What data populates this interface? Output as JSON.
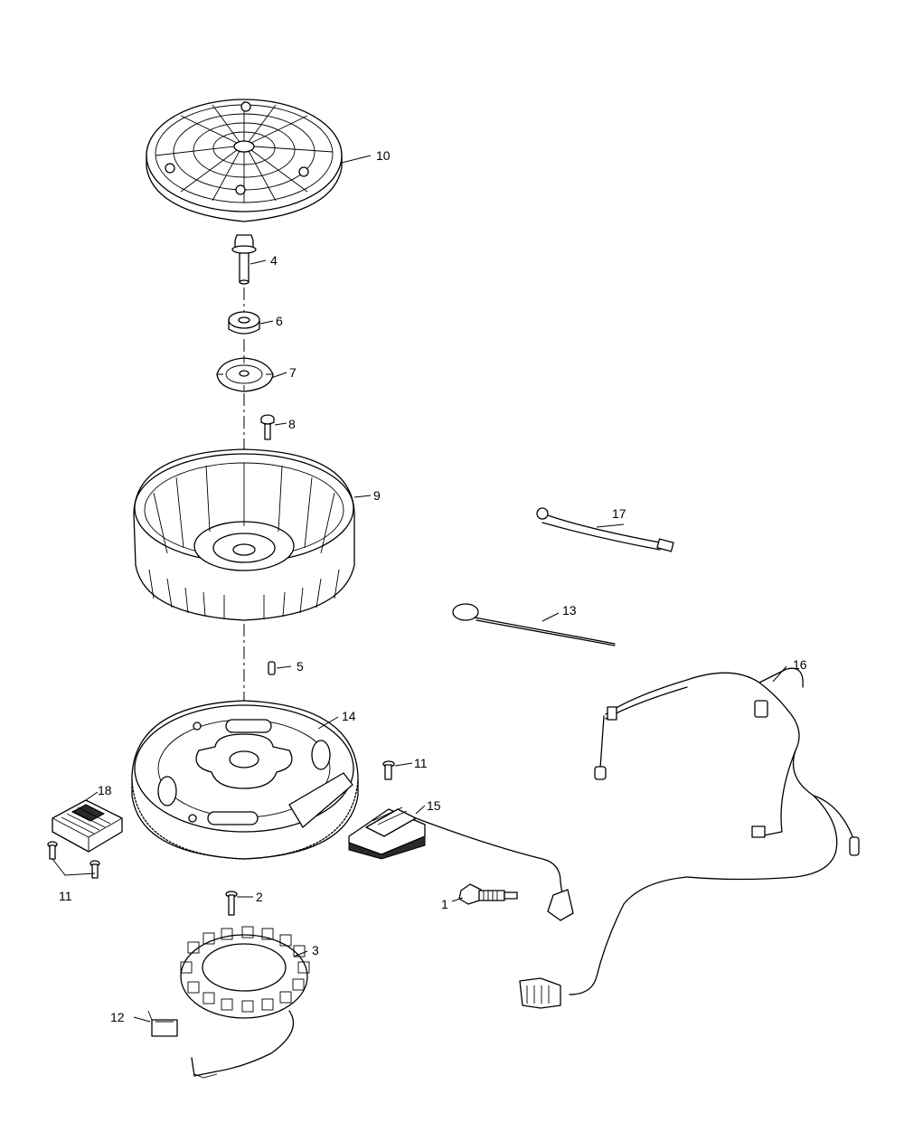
{
  "callouts": [
    {
      "id": "10",
      "label": "10"
    },
    {
      "id": "4",
      "label": "4"
    },
    {
      "id": "6",
      "label": "6"
    },
    {
      "id": "7",
      "label": "7"
    },
    {
      "id": "8",
      "label": "8"
    },
    {
      "id": "9",
      "label": "9"
    },
    {
      "id": "17",
      "label": "17"
    },
    {
      "id": "13",
      "label": "13"
    },
    {
      "id": "5",
      "label": "5"
    },
    {
      "id": "16",
      "label": "16"
    },
    {
      "id": "14",
      "label": "14"
    },
    {
      "id": "11a",
      "label": "11"
    },
    {
      "id": "18",
      "label": "18"
    },
    {
      "id": "15",
      "label": "15"
    },
    {
      "id": "11b",
      "label": "11"
    },
    {
      "id": "2",
      "label": "2"
    },
    {
      "id": "1",
      "label": "1"
    },
    {
      "id": "3",
      "label": "3"
    },
    {
      "id": "12",
      "label": "12"
    }
  ]
}
